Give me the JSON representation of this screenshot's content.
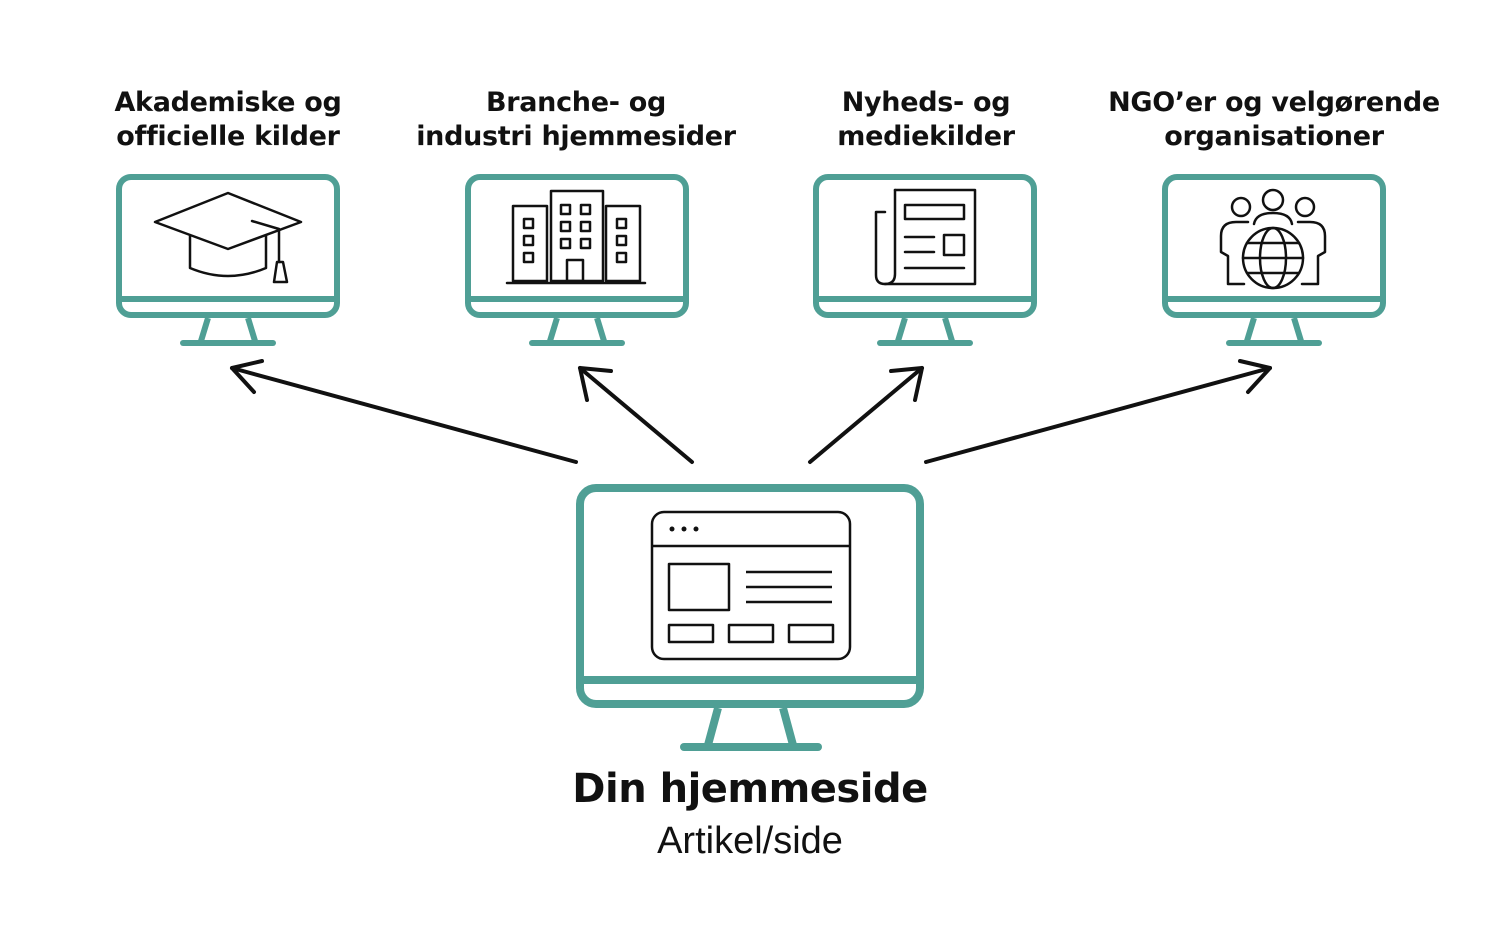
{
  "sources": [
    {
      "line1": "Akademiske og",
      "line2": "officielle kilder",
      "icon": "graduation-cap-icon"
    },
    {
      "line1": "Branche- og",
      "line2": "industri hjemmesider",
      "icon": "buildings-icon"
    },
    {
      "line1": "Nyheds- og",
      "line2": "mediekilder",
      "icon": "newspaper-icon"
    },
    {
      "line1": "NGO’er og velgørende",
      "line2": "organisationer",
      "icon": "people-globe-icon"
    }
  ],
  "main": {
    "title": "Din hjemmeside",
    "subtitle": "Artikel/side",
    "icon": "webpage-icon"
  },
  "colors": {
    "monitor": "#4f9f95",
    "stroke": "#111111"
  }
}
